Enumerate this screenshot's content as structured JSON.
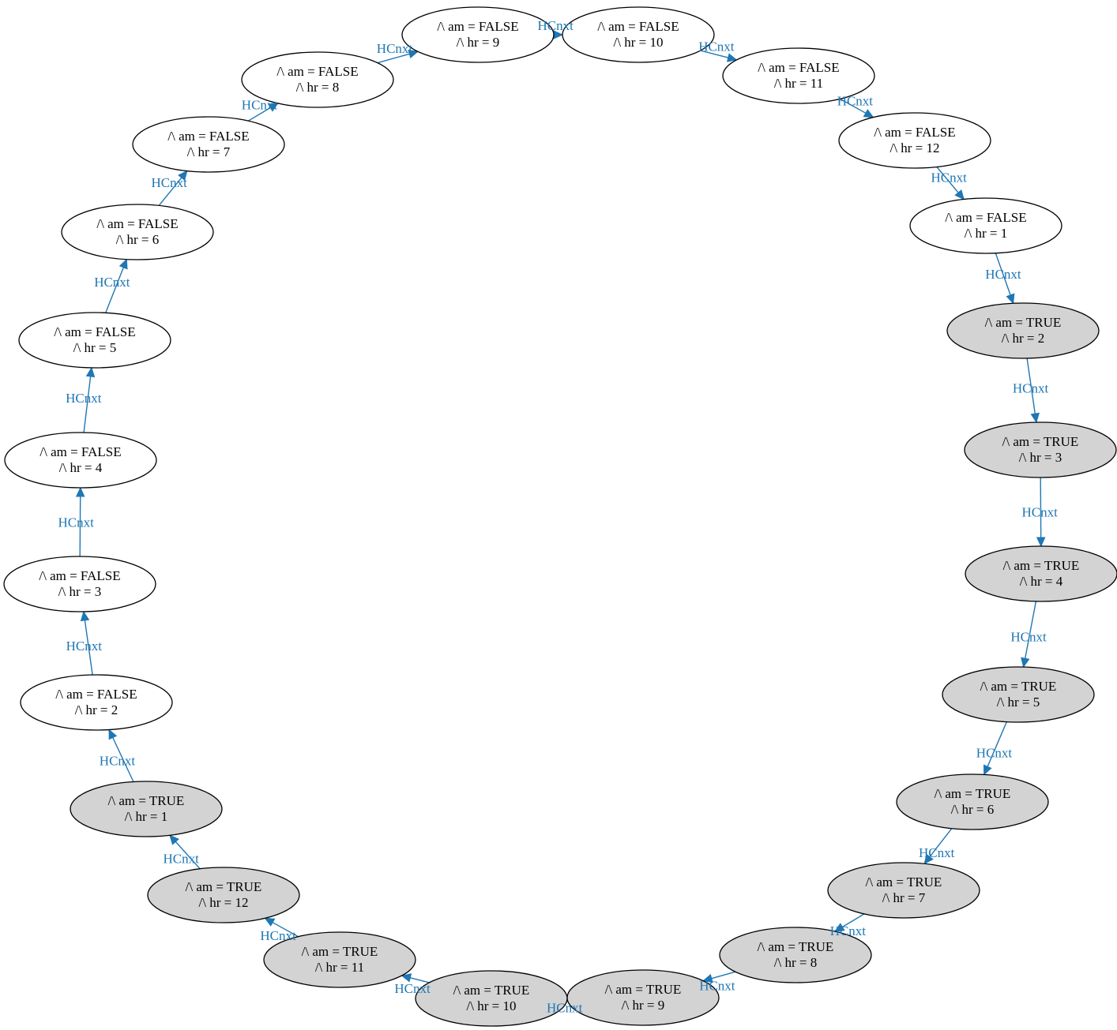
{
  "colors": {
    "edge": "#1f77b4",
    "node_false_fill": "#ffffff",
    "node_true_fill": "#d3d3d3",
    "node_stroke": "#000000"
  },
  "edge_label": "HCnxt",
  "nodes": [
    {
      "id": "f9",
      "line1": "/\\ am = FALSE",
      "line2": "/\\ hr = 9",
      "am": false
    },
    {
      "id": "f10",
      "line1": "/\\ am = FALSE",
      "line2": "/\\ hr = 10",
      "am": false
    },
    {
      "id": "f11",
      "line1": "/\\ am = FALSE",
      "line2": "/\\ hr = 11",
      "am": false
    },
    {
      "id": "f12",
      "line1": "/\\ am = FALSE",
      "line2": "/\\ hr = 12",
      "am": false
    },
    {
      "id": "f1",
      "line1": "/\\ am = FALSE",
      "line2": "/\\ hr = 1",
      "am": false
    },
    {
      "id": "t2",
      "line1": "/\\ am = TRUE",
      "line2": "/\\ hr = 2",
      "am": true
    },
    {
      "id": "t3",
      "line1": "/\\ am = TRUE",
      "line2": "/\\ hr = 3",
      "am": true
    },
    {
      "id": "t4",
      "line1": "/\\ am = TRUE",
      "line2": "/\\ hr = 4",
      "am": true
    },
    {
      "id": "t5",
      "line1": "/\\ am = TRUE",
      "line2": "/\\ hr = 5",
      "am": true
    },
    {
      "id": "t6",
      "line1": "/\\ am = TRUE",
      "line2": "/\\ hr = 6",
      "am": true
    },
    {
      "id": "t7",
      "line1": "/\\ am = TRUE",
      "line2": "/\\ hr = 7",
      "am": true
    },
    {
      "id": "t8",
      "line1": "/\\ am = TRUE",
      "line2": "/\\ hr = 8",
      "am": true
    },
    {
      "id": "t9",
      "line1": "/\\ am = TRUE",
      "line2": "/\\ hr = 9",
      "am": true
    },
    {
      "id": "t10",
      "line1": "/\\ am = TRUE",
      "line2": "/\\ hr = 10",
      "am": true
    },
    {
      "id": "t11",
      "line1": "/\\ am = TRUE",
      "line2": "/\\ hr = 11",
      "am": true
    },
    {
      "id": "t12",
      "line1": "/\\ am = TRUE",
      "line2": "/\\ hr = 12",
      "am": true
    },
    {
      "id": "t1",
      "line1": "/\\ am = TRUE",
      "line2": "/\\ hr = 1",
      "am": true
    },
    {
      "id": "f2",
      "line1": "/\\ am = FALSE",
      "line2": "/\\ hr = 2",
      "am": false
    },
    {
      "id": "f3",
      "line1": "/\\ am = FALSE",
      "line2": "/\\ hr = 3",
      "am": false
    },
    {
      "id": "f4",
      "line1": "/\\ am = FALSE",
      "line2": "/\\ hr = 4",
      "am": false
    },
    {
      "id": "f5",
      "line1": "/\\ am = FALSE",
      "line2": "/\\ hr = 5",
      "am": false
    },
    {
      "id": "f6",
      "line1": "/\\ am = FALSE",
      "line2": "/\\ hr = 6",
      "am": false
    },
    {
      "id": "f7",
      "line1": "/\\ am = FALSE",
      "line2": "/\\ hr = 7",
      "am": false
    },
    {
      "id": "f8",
      "line1": "/\\ am = FALSE",
      "line2": "/\\ hr = 8",
      "am": false
    }
  ],
  "edges": [
    {
      "from": "f9",
      "to": "f10",
      "label": "HCnxt"
    },
    {
      "from": "f10",
      "to": "f11",
      "label": "HCnxt"
    },
    {
      "from": "f11",
      "to": "f12",
      "label": "HCnxt"
    },
    {
      "from": "f12",
      "to": "f1",
      "label": "HCnxt"
    },
    {
      "from": "f1",
      "to": "t2",
      "label": "HCnxt"
    },
    {
      "from": "t2",
      "to": "t3",
      "label": "HCnxt"
    },
    {
      "from": "t3",
      "to": "t4",
      "label": "HCnxt"
    },
    {
      "from": "t4",
      "to": "t5",
      "label": "HCnxt"
    },
    {
      "from": "t5",
      "to": "t6",
      "label": "HCnxt"
    },
    {
      "from": "t6",
      "to": "t7",
      "label": "HCnxt"
    },
    {
      "from": "t7",
      "to": "t8",
      "label": "HCnxt"
    },
    {
      "from": "t8",
      "to": "t9",
      "label": "HCnxt"
    },
    {
      "from": "t9",
      "to": "t10",
      "label": "HCnxt"
    },
    {
      "from": "t10",
      "to": "t11",
      "label": "HCnxt"
    },
    {
      "from": "t11",
      "to": "t12",
      "label": "HCnxt"
    },
    {
      "from": "t12",
      "to": "t1",
      "label": "HCnxt"
    },
    {
      "from": "t1",
      "to": "f2",
      "label": "HCnxt"
    },
    {
      "from": "f2",
      "to": "f3",
      "label": "HCnxt"
    },
    {
      "from": "f3",
      "to": "f4",
      "label": "HCnxt"
    },
    {
      "from": "f4",
      "to": "f5",
      "label": "HCnxt"
    },
    {
      "from": "f5",
      "to": "f6",
      "label": "HCnxt"
    },
    {
      "from": "f6",
      "to": "f7",
      "label": "HCnxt"
    },
    {
      "from": "f7",
      "to": "f8",
      "label": "HCnxt"
    },
    {
      "from": "f8",
      "to": "f9",
      "label": "HCnxt"
    }
  ]
}
